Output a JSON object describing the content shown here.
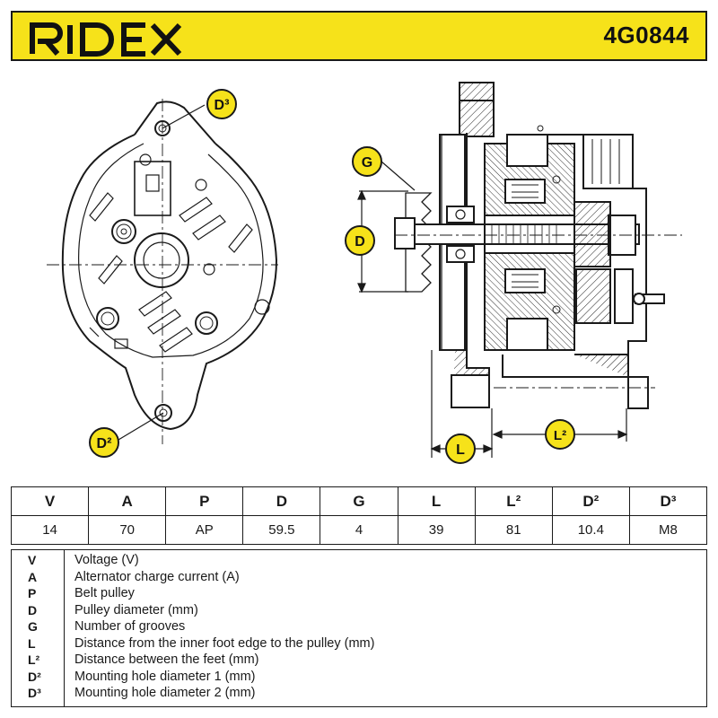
{
  "header": {
    "brand": "RIDEX",
    "part_number": "4G0844"
  },
  "colors": {
    "brand_yellow": "#f6e21a",
    "ink": "#1a1a1a"
  },
  "callouts": {
    "d3": "D³",
    "d2": "D²",
    "g": "G",
    "d": "D",
    "l": "L",
    "l2": "L²"
  },
  "specs": {
    "headers": [
      "V",
      "A",
      "P",
      "D",
      "G",
      "L",
      "L²",
      "D²",
      "D³"
    ],
    "values": [
      "14",
      "70",
      "AP",
      "59.5",
      "4",
      "39",
      "81",
      "10.4",
      "M8"
    ]
  },
  "legend": [
    {
      "key": "V",
      "desc": "Voltage (V)"
    },
    {
      "key": "A",
      "desc": "Alternator charge current (A)"
    },
    {
      "key": "P",
      "desc": "Belt pulley"
    },
    {
      "key": "D",
      "desc": "Pulley diameter (mm)"
    },
    {
      "key": "G",
      "desc": "Number of grooves"
    },
    {
      "key": "L",
      "desc": "Distance from the inner foot edge to the pulley (mm)"
    },
    {
      "key": "L²",
      "desc": "Distance between the feet (mm)"
    },
    {
      "key": "D²",
      "desc": "Mounting hole diameter 1 (mm)"
    },
    {
      "key": "D³",
      "desc": "Mounting hole diameter 2 (mm)"
    }
  ]
}
